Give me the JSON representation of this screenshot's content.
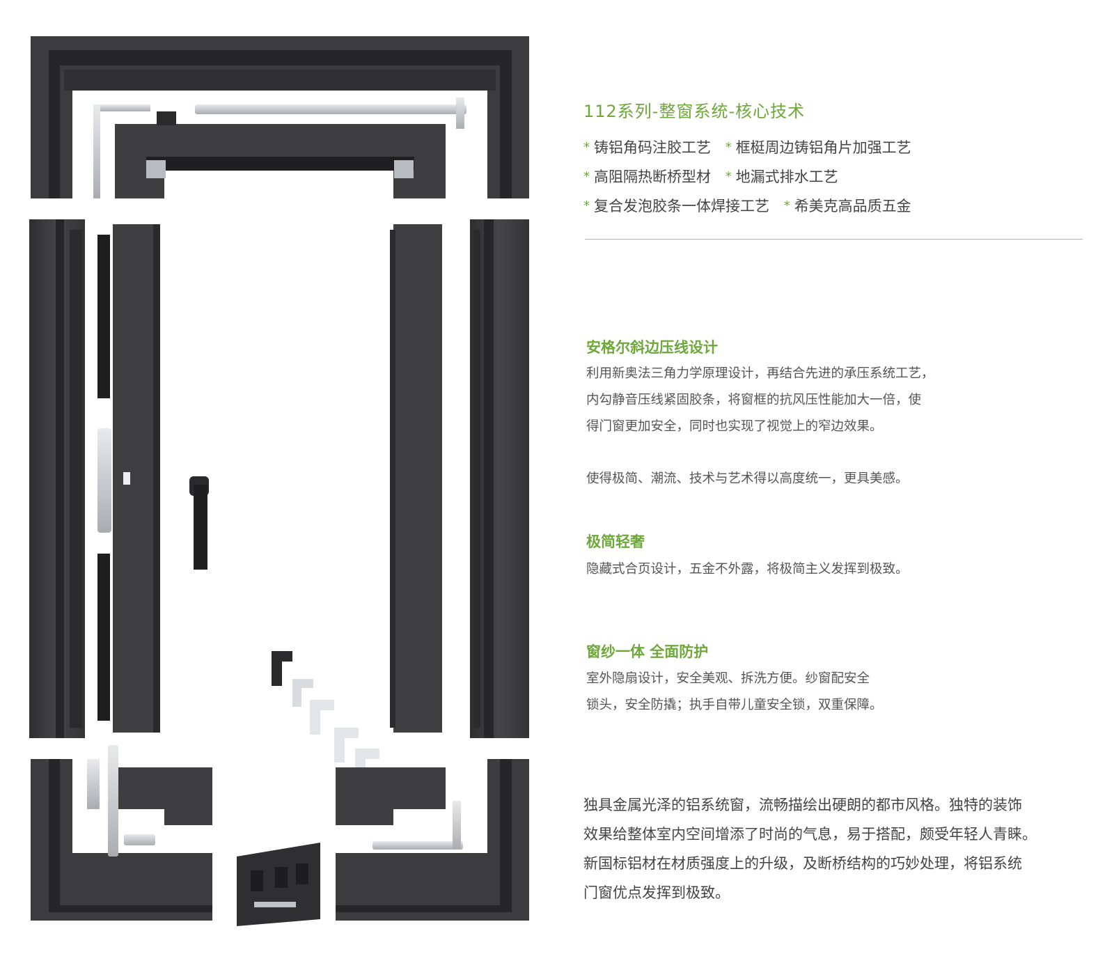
{
  "header": {
    "title": "112系列-整窗系统-核心技术"
  },
  "features": [
    [
      "铸铝角码注胶工艺",
      "框梃周边铸铝角片加强工艺"
    ],
    [
      "高阻隔热断桥型材",
      "地漏式排水工艺"
    ],
    [
      "复合发泡胶条一体焊接工艺",
      "希美克高品质五金"
    ]
  ],
  "sections": [
    {
      "title": "安格尔斜边压线设计",
      "lines": [
        "利用新奥法三角力学原理设计，再结合先进的承压系统工艺，",
        "内勾静音压线紧固胶条，将窗框的抗风压性能加大一倍，使",
        "得门窗更加安全，同时也实现了视觉上的窄边效果。",
        "使得极简、潮流、技术与艺术得以高度统一，更具美感。"
      ]
    },
    {
      "title": "极简轻奢",
      "lines": [
        "隐藏式合页设计，五金不外露，将极简主义发挥到极致。"
      ]
    },
    {
      "title": "窗纱一体  全面防护",
      "lines": [
        "室外隐扇设计，安全美观、拆洗方便。纱窗配安全",
        "锁头，安全防撬；执手自带儿童安全锁，双重保障。"
      ]
    }
  ],
  "closing": [
    "独具金属光泽的铝系统窗，流畅描绘出硬朗的都市风格。独特的装饰",
    "效果给整体室内空间增添了时尚的气息，易于搭配，颇受年轻人青睐。",
    "新国标铝材在材质强度上的升级，及断桥结构的巧妙处理，将铝系统",
    "门窗优点发挥到极致。"
  ],
  "colors": {
    "accent": "#6ea83a",
    "frame": "#3d3d3f",
    "frame_dark": "#1f1f21",
    "hardware": "#c9ccd0"
  }
}
